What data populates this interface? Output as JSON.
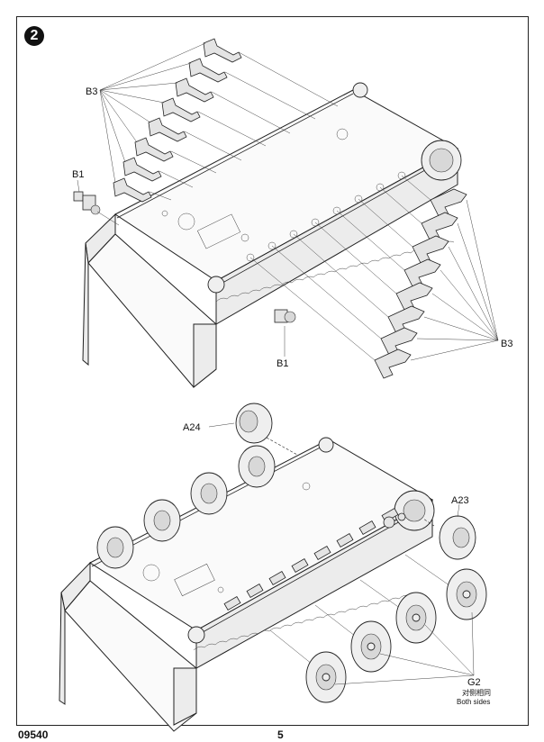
{
  "step": {
    "number": "2"
  },
  "upper_assembly": {
    "callouts": [
      {
        "id": "b3-left",
        "label": "B3"
      },
      {
        "id": "b1-left",
        "label": "B1"
      },
      {
        "id": "b1-bottom",
        "label": "B1"
      },
      {
        "id": "b3-right",
        "label": "B3"
      }
    ]
  },
  "lower_assembly": {
    "callouts": [
      {
        "id": "a24",
        "label": "A24"
      },
      {
        "id": "a23",
        "label": "A23"
      },
      {
        "id": "g2",
        "label": "G2"
      }
    ],
    "g2_note_cn": "对侧相同",
    "g2_note_en": "Both sides"
  },
  "footer": {
    "code": "09540",
    "page": "5"
  }
}
